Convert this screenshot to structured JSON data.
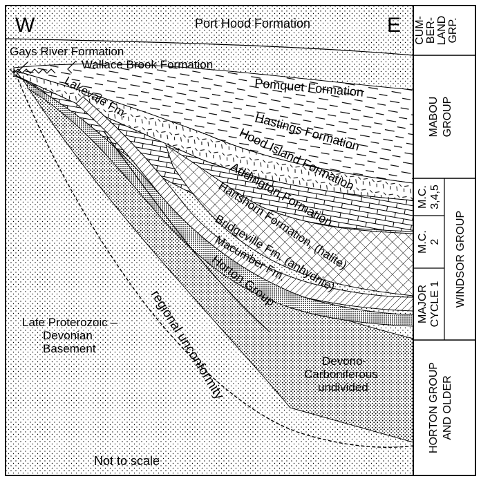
{
  "compass": {
    "west": "W",
    "east": "E"
  },
  "formations": {
    "port_hood": "Port Hood Formation",
    "gays_river": "Gays River Formation",
    "wallace_brook": "Wallace Brook Formation",
    "pomquet": "Pomquet Formation",
    "lakevale": "Lakevale Fm.",
    "hastings": "Hastings Formation",
    "hood_island": "Hood Island Formation",
    "addington": "Addington Formation",
    "hartshorn": "Hartshorn Formation, (halite)",
    "bridgeville": "Bridgeville Fm. (anhydrite)",
    "macumber": "Macumber Fm.",
    "horton_group": "Horton Group",
    "regional_unconformity": "regional unconformity"
  },
  "basement": {
    "line1": "Late Proterozoic –",
    "line2": "Devonian",
    "line3": "Basement"
  },
  "devono": {
    "line1": "Devono-",
    "line2": "Carboniferous",
    "line3": "undivided"
  },
  "scale_note": "Not to scale",
  "column": {
    "cumberland": [
      "CUM-",
      "BER-",
      "LAND",
      "GRP."
    ],
    "mabou": [
      "MABOU",
      "GROUP"
    ],
    "windsor": "WINDSOR GROUP",
    "mc345": [
      "M.C.",
      "3,4,5"
    ],
    "mc2": [
      "M.C.",
      "2"
    ],
    "major_cycle1": [
      "MAJOR",
      "CYCLE 1"
    ],
    "horton_older": [
      "HORTON GROUP",
      "AND OLDER"
    ]
  }
}
